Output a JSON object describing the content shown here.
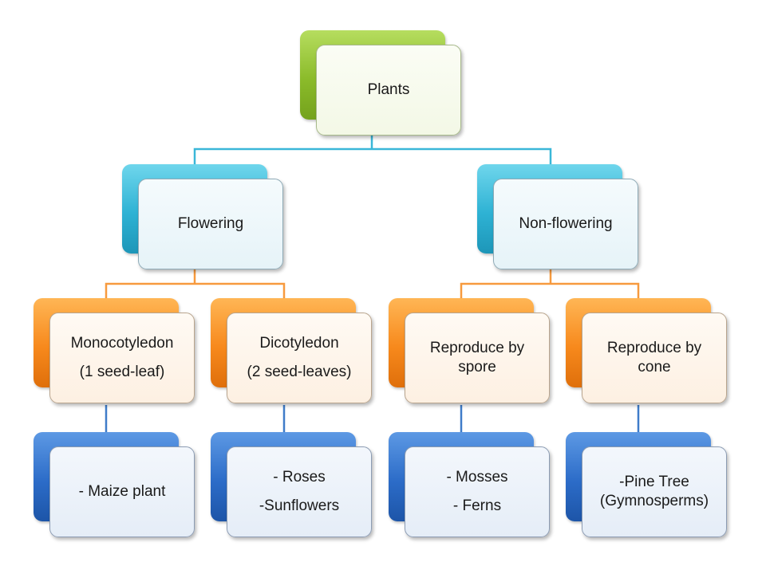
{
  "diagram": {
    "root": {
      "label": "Plants"
    },
    "flowering": {
      "label": "Flowering"
    },
    "non_flowering": {
      "label": "Non-flowering"
    },
    "monocotyledon": {
      "line1": "Monocotyledon",
      "line2": "(1 seed-leaf)"
    },
    "dicotyledon": {
      "line1": "Dicotyledon",
      "line2": "(2 seed-leaves)"
    },
    "spore": {
      "line1": "Reproduce by",
      "line2": "spore"
    },
    "cone": {
      "line1": "Reproduce by",
      "line2": "cone"
    },
    "maize": {
      "label": "- Maize plant"
    },
    "dicot_examples": {
      "line1": "- Roses",
      "line2": "-Sunflowers"
    },
    "spore_examples": {
      "line1": "- Mosses",
      "line2": "- Ferns"
    },
    "cone_examples": {
      "line1": "-Pine Tree",
      "line2": "(Gymnosperms)"
    }
  },
  "colors": {
    "root_accent": "#8bbb2a",
    "level1_accent": "#2eb2d4",
    "level2_accent": "#f7891c",
    "level3_accent": "#2c6cc8",
    "connector_teal": "#3ab7d8",
    "connector_orange": "#f79a3e",
    "connector_blue": "#3f7cc9"
  }
}
